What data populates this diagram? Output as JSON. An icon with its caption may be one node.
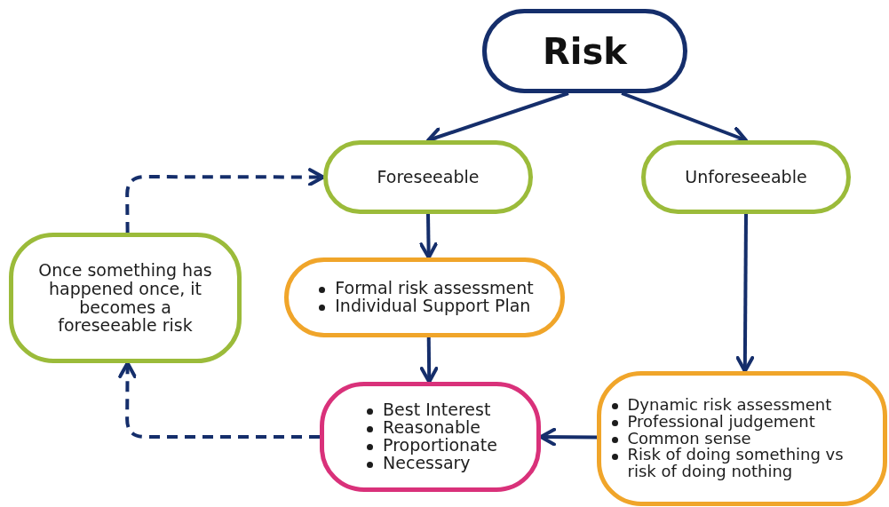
{
  "diagram": {
    "nodes": [
      {
        "text": [
          "Risk"
        ]
      },
      {
        "text": [
          "Foreseeable"
        ]
      },
      {
        "text": [
          "Unforeseeable"
        ]
      },
      {
        "text": [
          "Once something has happened once, it becomes a foreseeable risk"
        ]
      },
      {
        "text": [
          "Formal risk assessment",
          "Individual Support Plan"
        ]
      },
      {
        "text": [
          "Best Interest",
          "Reasonable",
          "Proportionate",
          "Necessary"
        ]
      },
      {
        "text": [
          "Dynamic risk assessment",
          "Professional judgement",
          "Common sense",
          "Risk of doing something vs risk of doing nothing"
        ]
      }
    ],
    "edges": [
      {
        "from": 0,
        "to": 1,
        "arrow": "to"
      },
      {
        "from": 0,
        "to": 2,
        "arrow": "to"
      },
      {
        "from": 1,
        "to": 4,
        "arrow": "to"
      },
      {
        "from": 4,
        "to": 5,
        "arrow": "to"
      },
      {
        "from": 2,
        "to": 6,
        "arrow": "to"
      },
      {
        "from": 6,
        "to": 5,
        "arrow": "to"
      },
      {
        "from": 5,
        "to": 3,
        "arrow": "to",
        "style": "dashed"
      },
      {
        "from": 3,
        "to": 1,
        "arrow": "to",
        "style": "dashed"
      }
    ]
  }
}
